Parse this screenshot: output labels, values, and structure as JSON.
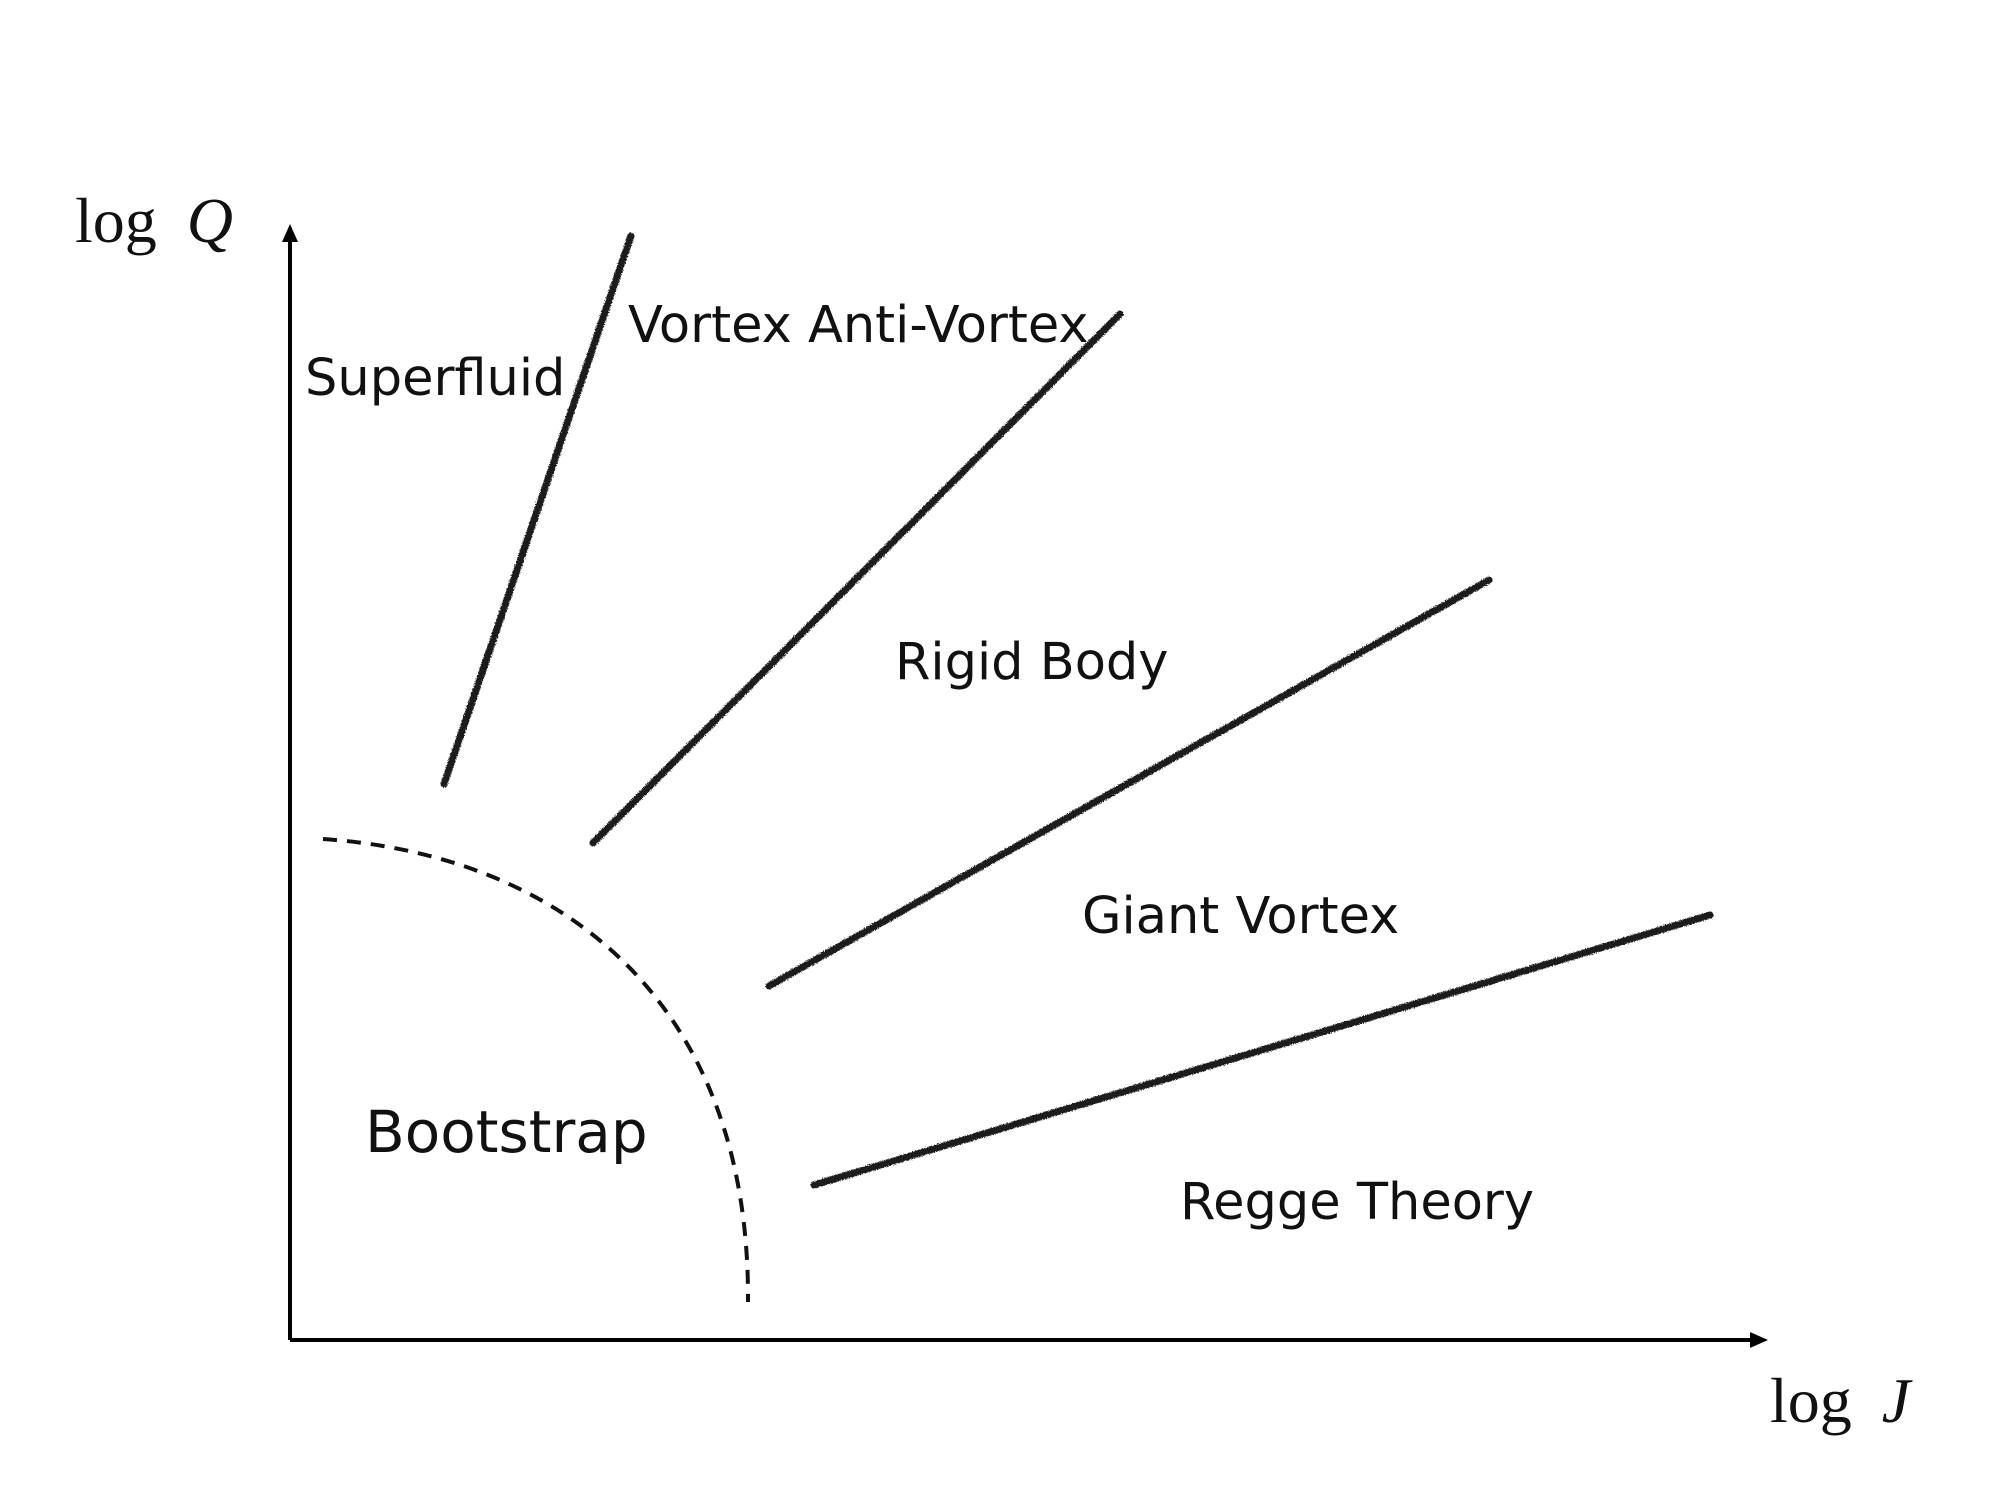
{
  "axes": {
    "x_label_prefix": "log",
    "x_label_var": "J",
    "y_label_prefix": "log",
    "y_label_var": "Q"
  },
  "regions": {
    "superfluid": "Superfluid",
    "vortex_anti_vortex": "Vortex Anti-Vortex",
    "rigid_body": "Rigid Body",
    "giant_vortex": "Giant Vortex",
    "regge_theory": "Regge Theory",
    "bootstrap": "Bootstrap"
  },
  "colors": {
    "lines": "#1a1a1a",
    "text": "#111111",
    "background": "#ffffff"
  }
}
